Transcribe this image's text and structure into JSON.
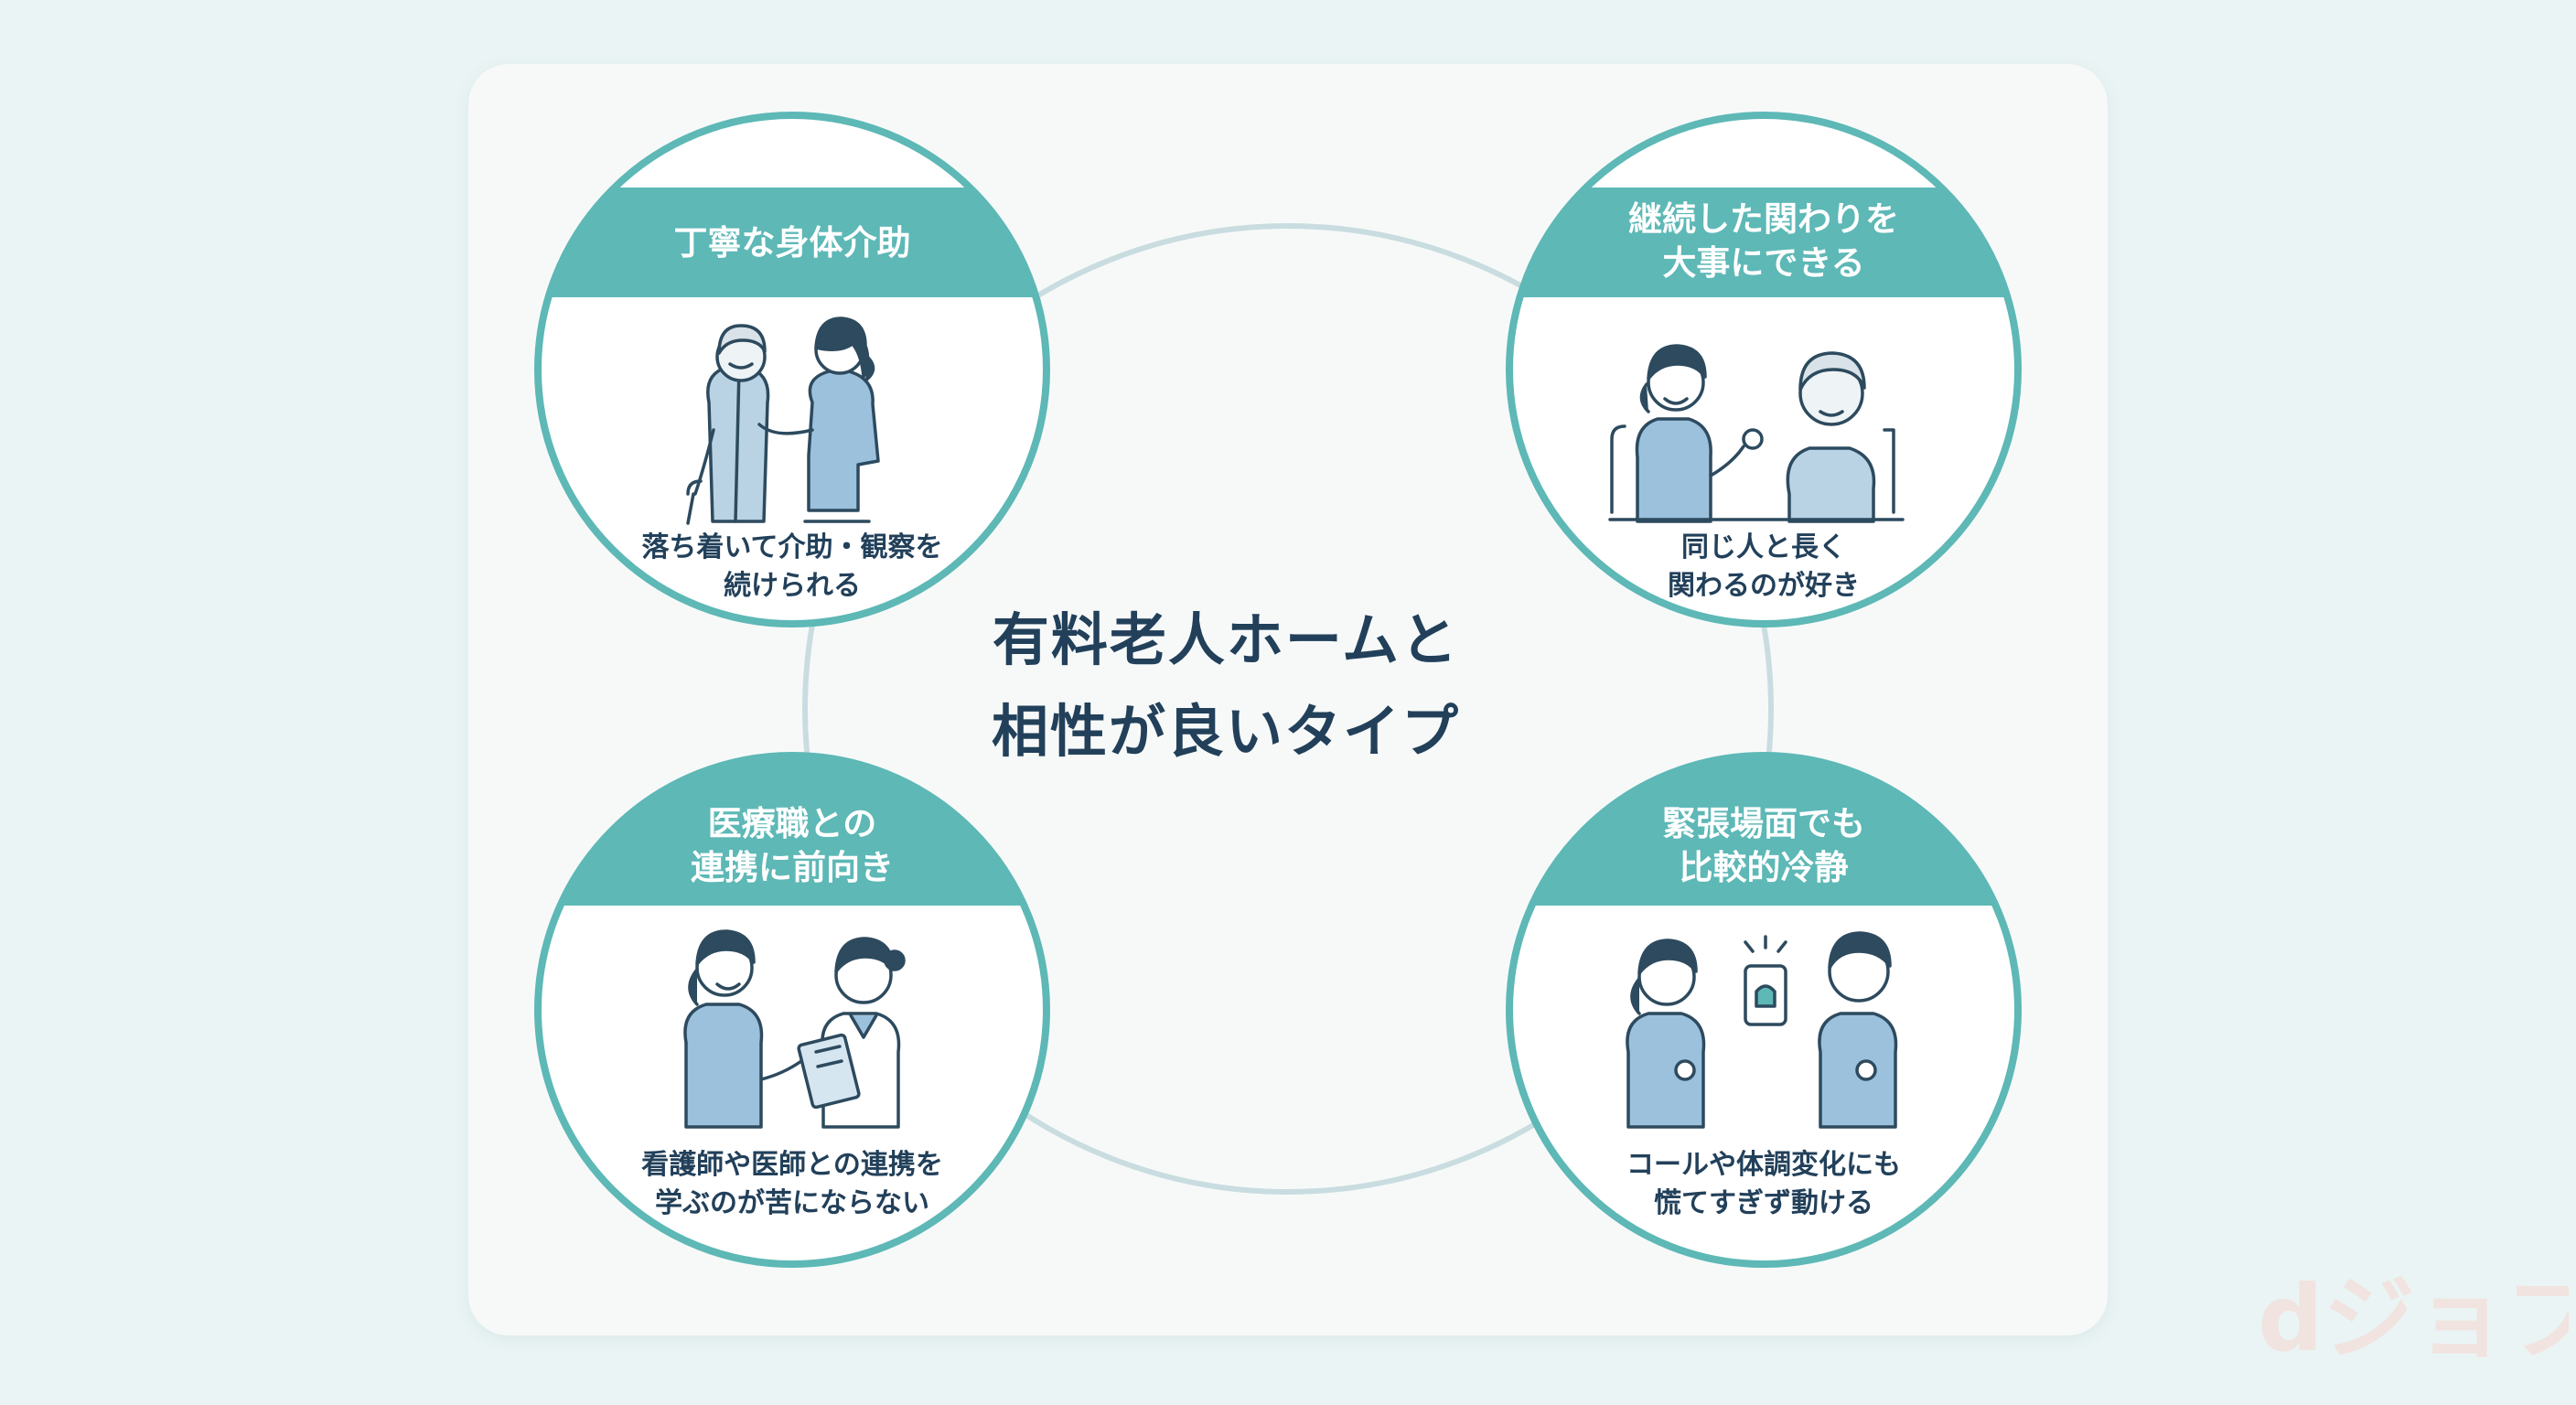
{
  "title": {
    "line1": "有料老人ホームと",
    "line2": "相性が良いタイプ"
  },
  "types": [
    {
      "heading": [
        "丁寧な身体介助"
      ],
      "description": [
        "落ち着いて介助・観察を",
        "続けられる"
      ],
      "illustration": "caregiver-assisting-elderly-with-cane"
    },
    {
      "heading": [
        "継続した関わりを",
        "大事にできる"
      ],
      "description": [
        "同じ人と長く",
        "関わるのが好き"
      ],
      "illustration": "caregiver-talking-with-elderly-at-table"
    },
    {
      "heading": [
        "医療職との",
        "連携に前向き"
      ],
      "description": [
        "看護師や医師との連携を",
        "学ぶのが苦にならない"
      ],
      "illustration": "caregiver-and-nurse-with-clipboard"
    },
    {
      "heading": [
        "緊張場面でも",
        "比較的冷静"
      ],
      "description": [
        "コールや体調変化にも",
        "慌てすぎず動ける"
      ],
      "illustration": "two-caregivers-with-nurse-call-device"
    }
  ],
  "watermark": "dジョブ",
  "colors": {
    "teal": "#5db8b6",
    "ring": "#c9dde0",
    "text": "#22405a",
    "uniform": "#9cc1dd",
    "background": "#eaf4f4"
  }
}
